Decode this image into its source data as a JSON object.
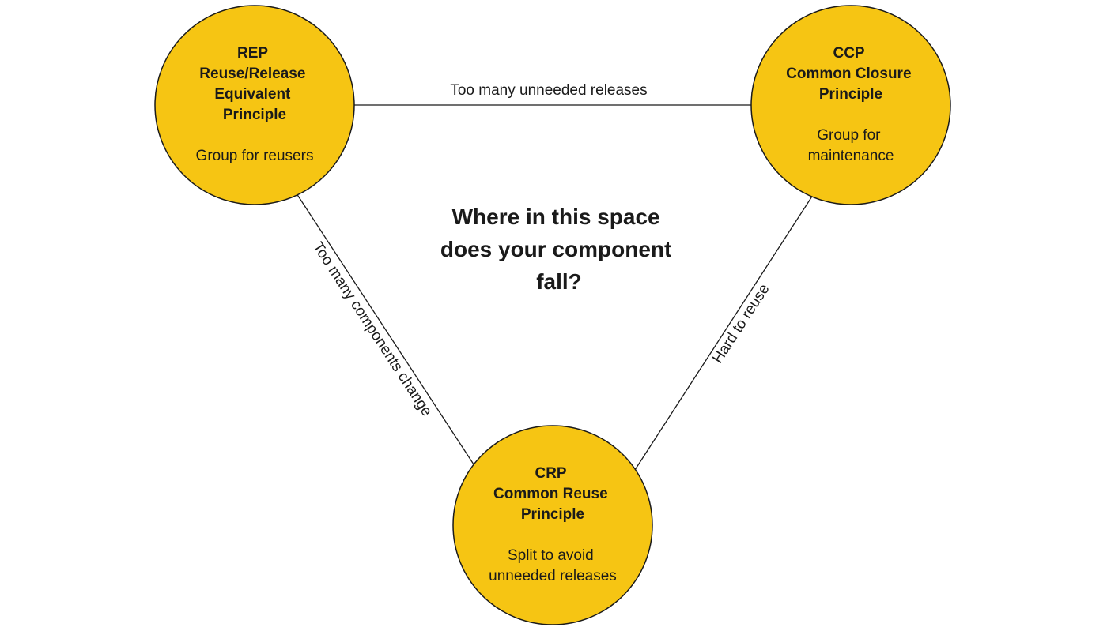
{
  "accent_color": "#F6C513",
  "nodes": {
    "rep": {
      "title_lines": [
        "REP",
        "Reuse/Release",
        "Equivalent",
        "Principle"
      ],
      "desc_lines": [
        "Group for reusers"
      ]
    },
    "ccp": {
      "title_lines": [
        "CCP",
        "Common Closure",
        "Principle"
      ],
      "desc_lines": [
        "Group for",
        "maintenance"
      ]
    },
    "crp": {
      "title_lines": [
        "CRP",
        "Common Reuse",
        "Principle"
      ],
      "desc_lines": [
        "Split to avoid",
        "unneeded releases"
      ]
    }
  },
  "edges": {
    "rep_ccp": "Too many unneeded releases",
    "rep_crp": "Too many components change",
    "ccp_crp": "Hard to reuse"
  },
  "center_question": [
    "Where in this space",
    "does your component",
    "fall?"
  ]
}
